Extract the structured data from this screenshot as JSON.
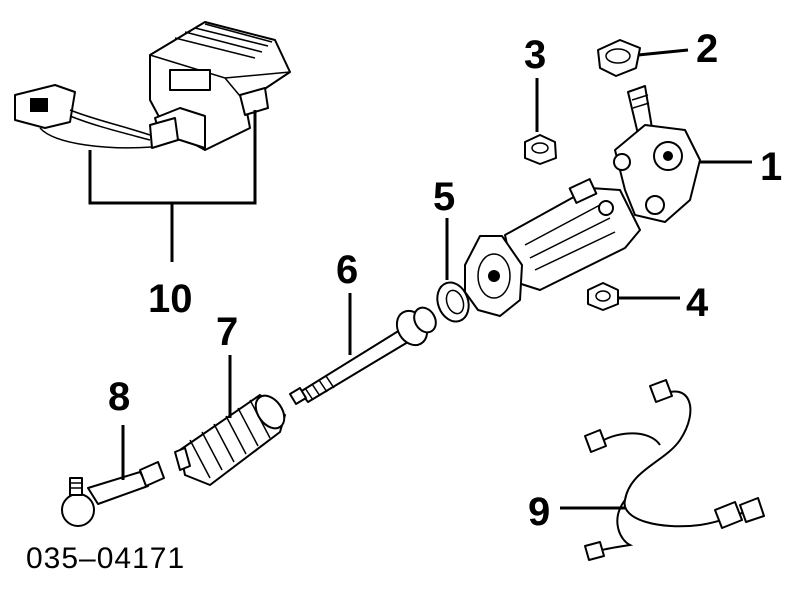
{
  "figure_id": "035–04171",
  "callouts": {
    "c1": "1",
    "c2": "2",
    "c3": "3",
    "c4": "4",
    "c5": "5",
    "c6": "6",
    "c7": "7",
    "c8": "8",
    "c9": "9",
    "c10": "10"
  }
}
